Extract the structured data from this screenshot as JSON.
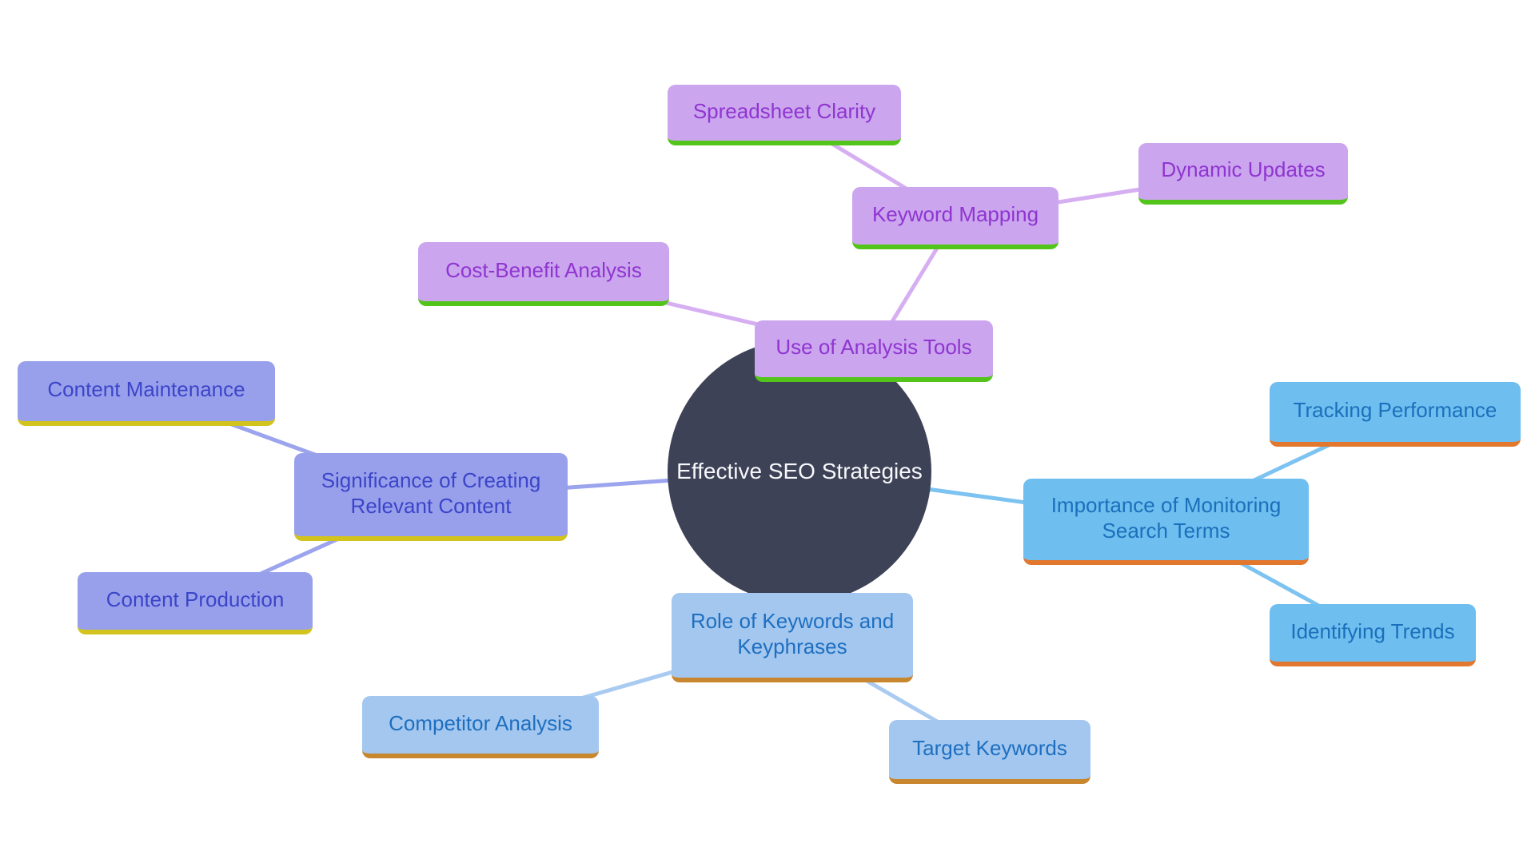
{
  "title": "Effective SEO Strategies",
  "diagram_type": "mindmap",
  "center": {
    "label": "Effective SEO Strategies"
  },
  "nodes": {
    "use_of_analysis_tools": {
      "label": "Use of Analysis Tools",
      "branch": "analysis-tools"
    },
    "cost_benefit_analysis": {
      "label": "Cost-Benefit Analysis",
      "branch": "analysis-tools"
    },
    "keyword_mapping": {
      "label": "Keyword Mapping",
      "branch": "analysis-tools"
    },
    "spreadsheet_clarity": {
      "label": "Spreadsheet Clarity",
      "branch": "analysis-tools"
    },
    "dynamic_updates": {
      "label": "Dynamic Updates",
      "branch": "analysis-tools"
    },
    "significance_of_creating_relevant_content": {
      "label": "Significance of Creating Relevant Content",
      "branch": "relevant-content"
    },
    "content_maintenance": {
      "label": "Content Maintenance",
      "branch": "relevant-content"
    },
    "content_production": {
      "label": "Content Production",
      "branch": "relevant-content"
    },
    "importance_of_monitoring_search_terms": {
      "label": "Importance of Monitoring Search Terms",
      "branch": "monitoring-search-terms"
    },
    "tracking_performance": {
      "label": "Tracking Performance",
      "branch": "monitoring-search-terms"
    },
    "identifying_trends": {
      "label": "Identifying Trends",
      "branch": "monitoring-search-terms"
    },
    "role_of_keywords_and_keyphrases": {
      "label": "Role of Keywords and Keyphrases",
      "branch": "keywords-keyphrases"
    },
    "competitor_analysis": {
      "label": "Competitor Analysis",
      "branch": "keywords-keyphrases"
    },
    "target_keywords": {
      "label": "Target Keywords",
      "branch": "keywords-keyphrases"
    }
  },
  "edges": [
    [
      "center",
      "use_of_analysis_tools"
    ],
    [
      "use_of_analysis_tools",
      "cost_benefit_analysis"
    ],
    [
      "use_of_analysis_tools",
      "keyword_mapping"
    ],
    [
      "keyword_mapping",
      "spreadsheet_clarity"
    ],
    [
      "keyword_mapping",
      "dynamic_updates"
    ],
    [
      "center",
      "significance_of_creating_relevant_content"
    ],
    [
      "significance_of_creating_relevant_content",
      "content_maintenance"
    ],
    [
      "significance_of_creating_relevant_content",
      "content_production"
    ],
    [
      "center",
      "importance_of_monitoring_search_terms"
    ],
    [
      "importance_of_monitoring_search_terms",
      "tracking_performance"
    ],
    [
      "importance_of_monitoring_search_terms",
      "identifying_trends"
    ],
    [
      "center",
      "role_of_keywords_and_keyphrases"
    ],
    [
      "role_of_keywords_and_keyphrases",
      "competitor_analysis"
    ],
    [
      "role_of_keywords_and_keyphrases",
      "target_keywords"
    ]
  ],
  "colors": {
    "background": "#ffffff",
    "center_fill": "#3e4256",
    "center_text": "#f7f8fb",
    "analysis_fill": "#cba5ee",
    "analysis_text": "#8f35d0",
    "analysis_underline": "#52c41a",
    "analysis_line": "#d6aef2",
    "content_fill": "#98a0ec",
    "content_text": "#3b45c8",
    "content_underline": "#d2c31e",
    "content_line": "#9ba4ed",
    "monitoring_fill": "#6fbef0",
    "monitoring_text": "#1a70ba",
    "monitoring_underline": "#e2772e",
    "monitoring_line": "#7cc3f1",
    "keywords_fill": "#a3c7ef",
    "keywords_text": "#1e6fc0",
    "keywords_underline": "#c8872f",
    "keywords_line": "#aacbf1"
  }
}
